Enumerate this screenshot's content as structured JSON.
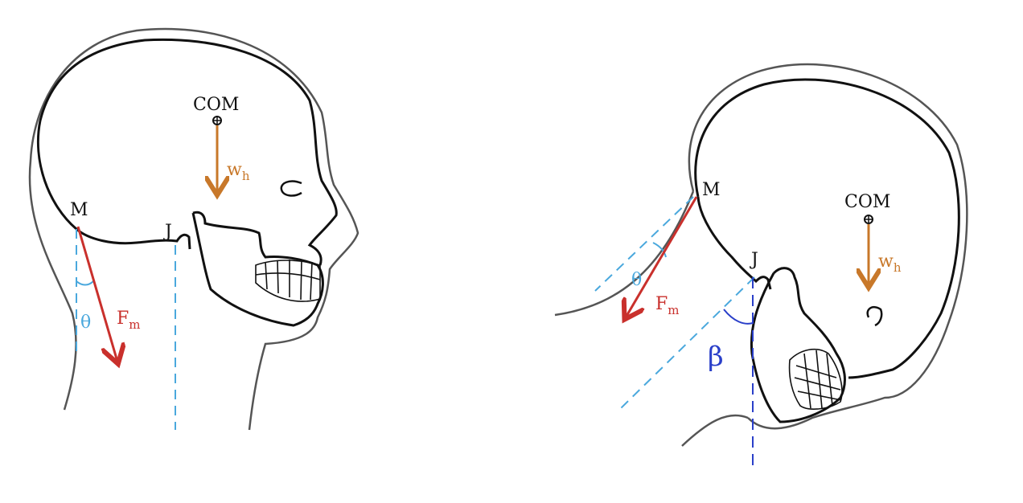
{
  "figure": {
    "left": {
      "com_label": "COM",
      "m_label": "M",
      "j_label": "J",
      "force_label": "F",
      "force_sub": "m",
      "weight_label": "w",
      "weight_sub": "h",
      "theta_label": "θ"
    },
    "right": {
      "com_label": "COM",
      "m_label": "M",
      "j_label": "J",
      "force_label": "F",
      "force_sub": "m",
      "weight_label": "w",
      "weight_sub": "h",
      "theta_label": "θ",
      "beta_label": "β"
    }
  },
  "colors": {
    "outline": "#111111",
    "skin": "#555555",
    "force": "#c9302c",
    "weight": "#c8782a",
    "reference": "#4aa8dd",
    "beta_line": "#2a3fc9"
  }
}
